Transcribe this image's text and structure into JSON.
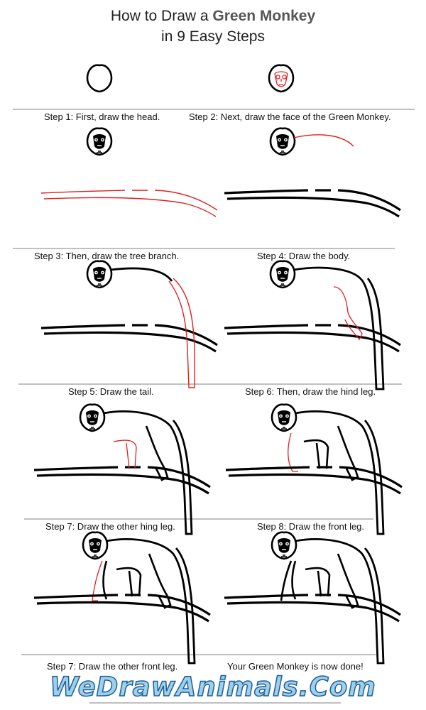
{
  "title": {
    "line1_prefix": "How to Draw a ",
    "line1_bold": "Green Monkey",
    "line2": "in 9 Easy Steps"
  },
  "steps": [
    {
      "caption": "Step 1: First, draw the head."
    },
    {
      "caption": "Step 2: Next, draw the face of the Green Monkey."
    },
    {
      "caption": "Step 3: Then, draw the tree branch."
    },
    {
      "caption": "Step 4: Draw the body."
    },
    {
      "caption": "Step 5: Draw the tail."
    },
    {
      "caption": "Step 6: Then, draw the hind leg."
    },
    {
      "caption": "Step 7: Draw the other hing leg."
    },
    {
      "caption": "Step 8: Draw the front leg."
    },
    {
      "caption": "Step 7: Draw the other front leg."
    },
    {
      "caption": "Your Green Monkey is now done!"
    }
  ],
  "footer": {
    "logo_text": "WeDrawAnimals.Com"
  },
  "colors": {
    "ink": "#000000",
    "highlight": "#e02020",
    "divider": "#9a9a9a",
    "logo_fill": "#9fd0ea",
    "logo_outline": "#1d5f9b"
  }
}
